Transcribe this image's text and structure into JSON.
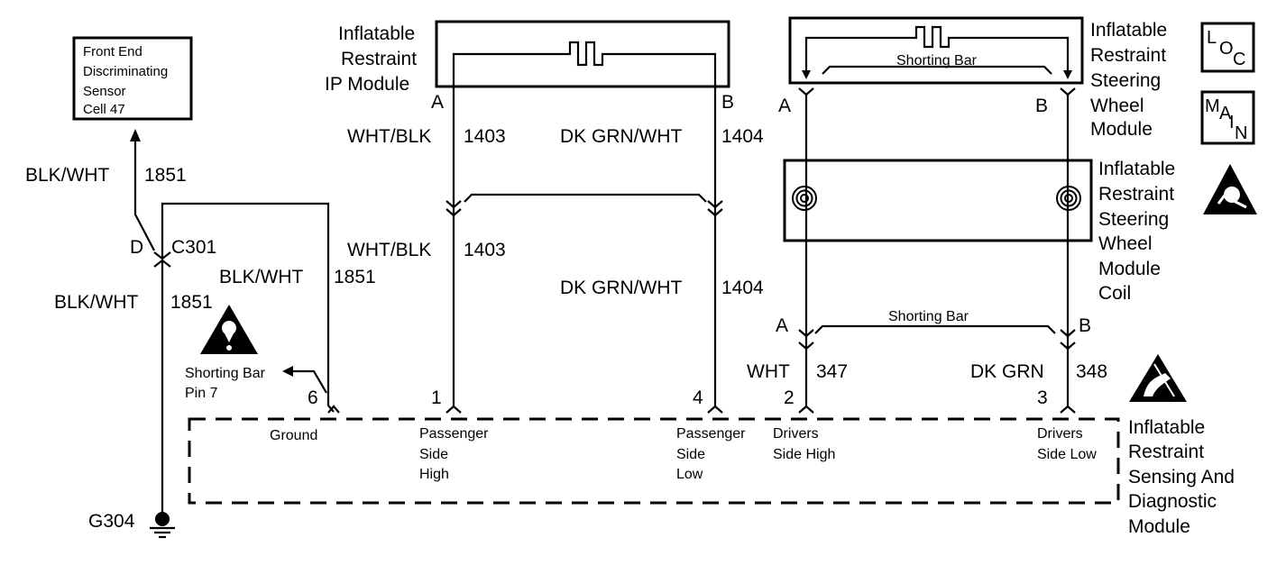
{
  "components": {
    "front_end_sensor": [
      "Front End",
      "Discriminating",
      "Sensor",
      "Cell 47"
    ],
    "ip_module": [
      "Inflatable",
      "Restraint",
      "IP Module"
    ],
    "steering_wheel_module": [
      "Inflatable",
      "Restraint",
      "Steering",
      "Wheel",
      "Module"
    ],
    "steering_wheel_coil": [
      "Inflatable",
      "Restraint",
      "Steering",
      "Wheel",
      "Module",
      "Coil"
    ],
    "sdm": [
      "Inflatable",
      "Restraint",
      "Sensing And",
      "Diagnostic",
      "Module"
    ]
  },
  "badges": {
    "loc": [
      "L",
      "O",
      "C"
    ],
    "main": [
      "M",
      "A",
      "I",
      "N"
    ]
  },
  "shorting_bar_label": "Shorting Bar",
  "shorting_bar_pin": [
    "Shorting Bar",
    "Pin 7"
  ],
  "connector": {
    "name": "C301",
    "pin": "D"
  },
  "ground": {
    "name": "G304"
  },
  "terminals": {
    "a": "A",
    "b": "B"
  },
  "wires": {
    "blk_wht_top": {
      "color": "BLK/WHT",
      "circuit": "1851"
    },
    "blk_wht_mid": {
      "color": "BLK/WHT",
      "circuit": "1851"
    },
    "blk_wht_low": {
      "color": "BLK/WHT",
      "circuit": "1851"
    },
    "wht_blk_top": {
      "color": "WHT/BLK",
      "circuit": "1403"
    },
    "dkgrn_wht_top": {
      "color": "DK GRN/WHT",
      "circuit": "1404"
    },
    "wht_blk_low": {
      "color": "WHT/BLK",
      "circuit": "1403"
    },
    "dkgrn_wht_low": {
      "color": "DK GRN/WHT",
      "circuit": "1404"
    },
    "wht": {
      "color": "WHT",
      "circuit": "347"
    },
    "dk_grn": {
      "color": "DK GRN",
      "circuit": "348"
    }
  },
  "sdm_pins": [
    {
      "pin": "6",
      "label": [
        "Ground"
      ]
    },
    {
      "pin": "1",
      "label": [
        "Passenger",
        "Side",
        "High"
      ]
    },
    {
      "pin": "4",
      "label": [
        "Passenger",
        "Side",
        "Low"
      ]
    },
    {
      "pin": "2",
      "label": [
        "Drivers",
        "Side High"
      ]
    },
    {
      "pin": "3",
      "label": [
        "Drivers",
        "Side Low"
      ]
    }
  ]
}
